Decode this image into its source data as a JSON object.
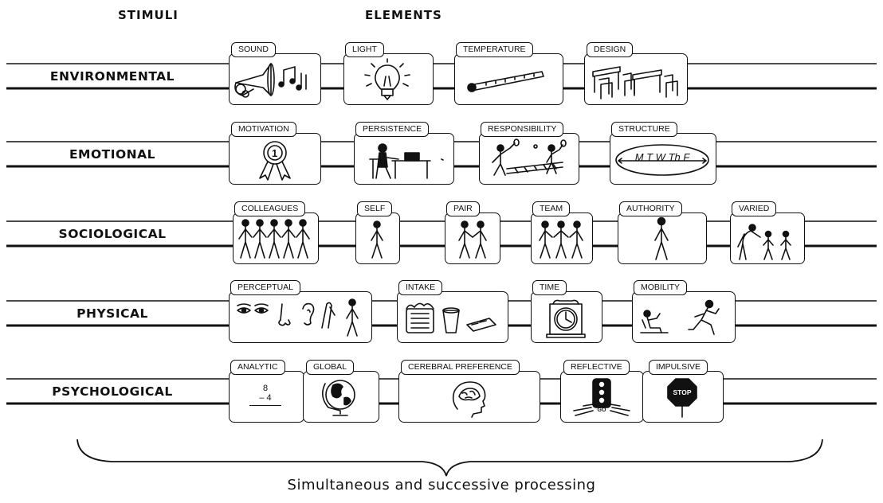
{
  "headers": {
    "stimuli": "STIMULI",
    "elements": "ELEMENTS"
  },
  "rows": [
    {
      "stimulus": "ENVIRONMENTAL",
      "elements": [
        {
          "label": "SOUND",
          "icon": "horn-and-notes-icon"
        },
        {
          "label": "LIGHT",
          "icon": "lightbulb-icon"
        },
        {
          "label": "TEMPERATURE",
          "icon": "thermometer-icon"
        },
        {
          "label": "DESIGN",
          "icon": "desks-and-chairs-icon"
        }
      ]
    },
    {
      "stimulus": "EMOTIONAL",
      "elements": [
        {
          "label": "MOTIVATION",
          "icon": "ribbon-medal-icon"
        },
        {
          "label": "PERSISTENCE",
          "icon": "student-at-desk-icon"
        },
        {
          "label": "RESPONSIBILITY",
          "icon": "badminton-players-icon"
        },
        {
          "label": "STRUCTURE",
          "icon": "weekday-schedule-icon"
        }
      ]
    },
    {
      "stimulus": "SOCIOLOGICAL",
      "elements": [
        {
          "label": "COLLEAGUES",
          "icon": "group-of-five-icon"
        },
        {
          "label": "SELF",
          "icon": "single-person-icon"
        },
        {
          "label": "PAIR",
          "icon": "two-people-icon"
        },
        {
          "label": "TEAM",
          "icon": "three-people-icon"
        },
        {
          "label": "AUTHORITY",
          "icon": "authority-figure-icon"
        },
        {
          "label": "VARIED",
          "icon": "adult-with-children-icon"
        }
      ]
    },
    {
      "stimulus": "PHYSICAL",
      "elements": [
        {
          "label": "PERCEPTUAL",
          "icon": "senses-icon"
        },
        {
          "label": "INTAKE",
          "icon": "snacks-icon"
        },
        {
          "label": "TIME",
          "icon": "clock-icon"
        },
        {
          "label": "MOBILITY",
          "icon": "reclining-and-running-icon"
        }
      ]
    },
    {
      "stimulus": "PSYCHOLOGICAL",
      "elements": [
        {
          "label": "ANALYTIC",
          "icon": "arithmetic-icon"
        },
        {
          "label": "GLOBAL",
          "icon": "globe-icon"
        },
        {
          "label": "CEREBRAL PREFERENCE",
          "icon": "brain-head-icon"
        },
        {
          "label": "REFLECTIVE",
          "icon": "traffic-light-icon"
        },
        {
          "label": "IMPULSIVE",
          "icon": "stop-sign-icon"
        }
      ]
    }
  ],
  "analytic_math": {
    "top": "8",
    "bottom": "– 4"
  },
  "traffic_light_text": "GO",
  "stop_sign_text": "STOP",
  "weekdays": "M T W Th F",
  "footer": "Simultaneous and successive processing"
}
